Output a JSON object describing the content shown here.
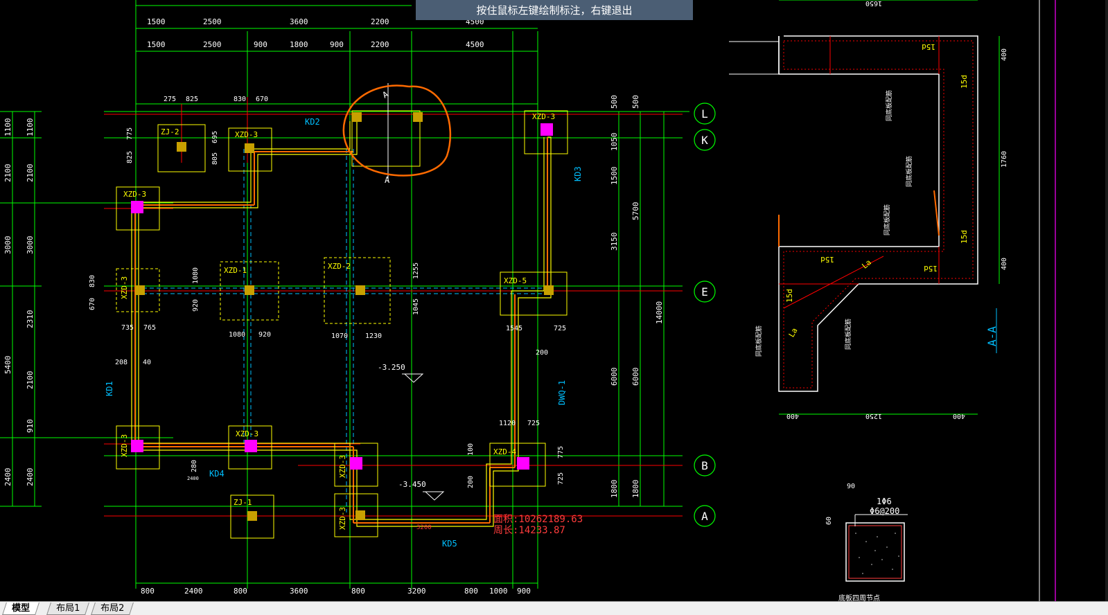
{
  "tooltip": "按住鼠标左键绘制标注，右键退出",
  "tabs": [
    "模型",
    "布局1",
    "布局2"
  ],
  "axes": [
    "L",
    "K",
    "E",
    "B",
    "A"
  ],
  "dims": {
    "top_row1": [
      "1500",
      "2500",
      "3600",
      "2200",
      "4500"
    ],
    "top_row2": [
      "1500",
      "2500",
      "900",
      "1800",
      "900",
      "2200",
      "4500"
    ],
    "bottom": [
      "800",
      "2400",
      "800",
      "3600",
      "800",
      "3200",
      "800",
      "1000",
      "900"
    ],
    "left_outer": [
      "1100",
      "2100",
      "3000",
      "5400",
      "2400"
    ],
    "left_inner": [
      "1100",
      "2100",
      "3000",
      "2310",
      "2100",
      "910",
      "2400"
    ],
    "right_a": [
      "500",
      "1050",
      "1500",
      "3150",
      "6000",
      "1800"
    ],
    "right_b": [
      "500",
      "5700",
      "6000",
      "1800"
    ],
    "right_total": "14000"
  },
  "labels": {
    "xzd3": "XZD-3",
    "xzd1": "XZD-1",
    "xzd2": "XZD-2",
    "xzd4": "XZD-4",
    "xzd5": "XZD-5",
    "zj1": "ZJ-1",
    "zj2": "ZJ-2",
    "kd1": "KD1",
    "kd2": "KD2",
    "kd3": "KD3",
    "kd4": "KD4",
    "kd5": "KD5",
    "dwq": "DWQ-1",
    "lvl1": "-3.250",
    "lvl2": "-3.450",
    "area": "面积:10262189.63",
    "perim": "周长:14233.87",
    "sec": "A-A",
    "secA": "A",
    "node_detail": "底板四周节点",
    "node1": "1Φ6",
    "node2": "Φ6@200"
  },
  "detail_dims": {
    "right_side": [
      "400",
      "1760",
      "400"
    ],
    "bottom": [
      "400",
      "1250",
      "400"
    ],
    "top": "1650",
    "rebar": "15d",
    "la": "La",
    "note": "同底板配筋"
  },
  "small_dims": [
    "275",
    "825",
    "830",
    "670",
    "775",
    "825",
    "695",
    "805",
    "1080",
    "920",
    "1080",
    "920",
    "1070",
    "1230",
    "1255",
    "1045",
    "830",
    "670",
    "735",
    "765",
    "1545",
    "725",
    "208",
    "40",
    "200",
    "1120",
    "725",
    "775",
    "725",
    "280",
    "2400",
    "100",
    "200",
    "3200",
    "90",
    "60"
  ],
  "colors": {
    "green": "#00ff00",
    "yellow": "#ffff00",
    "red": "#ff0000",
    "cyan": "#00bfff",
    "magenta": "#ff00ff",
    "orange": "#ff6a00",
    "white": "#ffffff"
  }
}
